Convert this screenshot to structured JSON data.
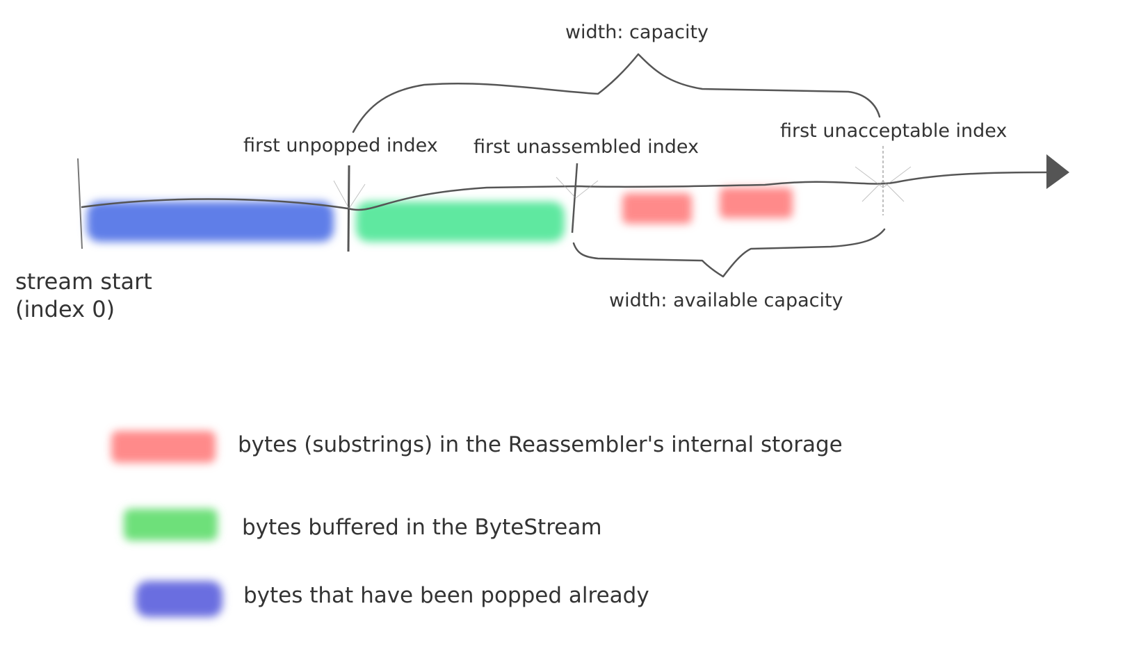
{
  "labels": {
    "capacity": "width: capacity",
    "first_unpopped": "first unpopped index",
    "first_unassembled": "first unassembled index",
    "first_unacceptable": "first unacceptable index",
    "stream_start_line1": "stream start",
    "stream_start_line2": "(index 0)",
    "available_capacity": "width: available capacity"
  },
  "legend": [
    {
      "label": "bytes (substrings) in the Reassembler's internal storage",
      "color": "#ff8080"
    },
    {
      "label": "bytes buffered in the ByteStream",
      "color": "#5ee08a"
    },
    {
      "label": "bytes that have been popped already",
      "color": "#6a6ee0"
    }
  ],
  "colors": {
    "popped": "#5f7ee8",
    "buffered": "#5ee8a0",
    "reassembler": "#ff8a8a",
    "line": "#555555"
  }
}
